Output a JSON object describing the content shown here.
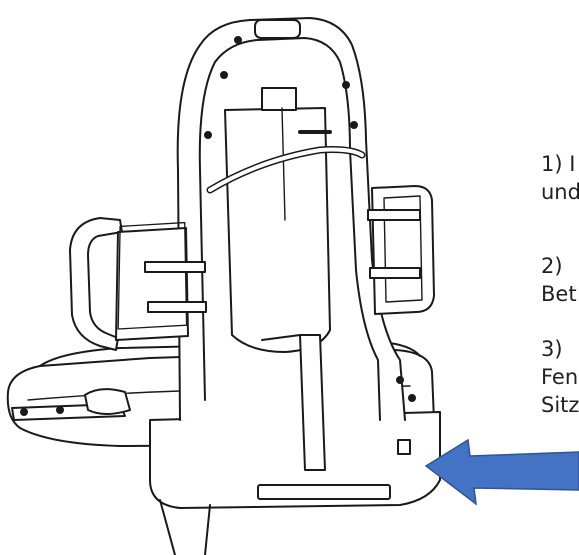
{
  "instructions": [
    {
      "lines": [
        "1) I",
        "und"
      ]
    },
    {
      "lines": [
        "2)",
        "Bet"
      ]
    },
    {
      "lines": [
        "3)",
        "Fen",
        "Sitz"
      ]
    }
  ],
  "colors": {
    "arrow": "#4472C4",
    "arrow_outline": "#2F5597",
    "line_art": "#1a1a1a",
    "fill": "#ffffff"
  },
  "illustration": {
    "subject": "seat-assembly-line-drawing"
  }
}
